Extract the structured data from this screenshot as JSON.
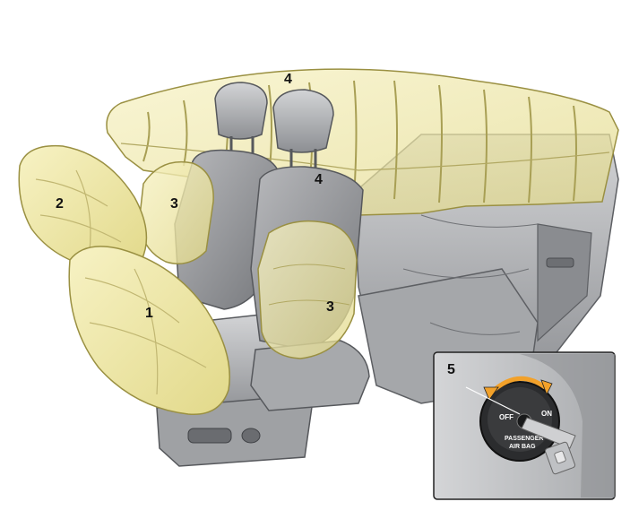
{
  "callouts": {
    "c1": "1",
    "c2": "2",
    "c3_left": "3",
    "c3_right": "3",
    "c4_top": "4",
    "c4_mid": "4",
    "c5": "5"
  },
  "inset": {
    "off_label": "OFF",
    "on_label": "ON",
    "switch_line1": "PASSENGER",
    "switch_line2": "AIR BAG"
  },
  "colors": {
    "airbag_fill": "#f1eaa6",
    "airbag_stroke": "#9a9042",
    "seat_dark": "#8f9195",
    "seat_light": "#c9cacd",
    "inset_bg": "#c7c8ca",
    "arrow_orange": "#f2a12a"
  }
}
